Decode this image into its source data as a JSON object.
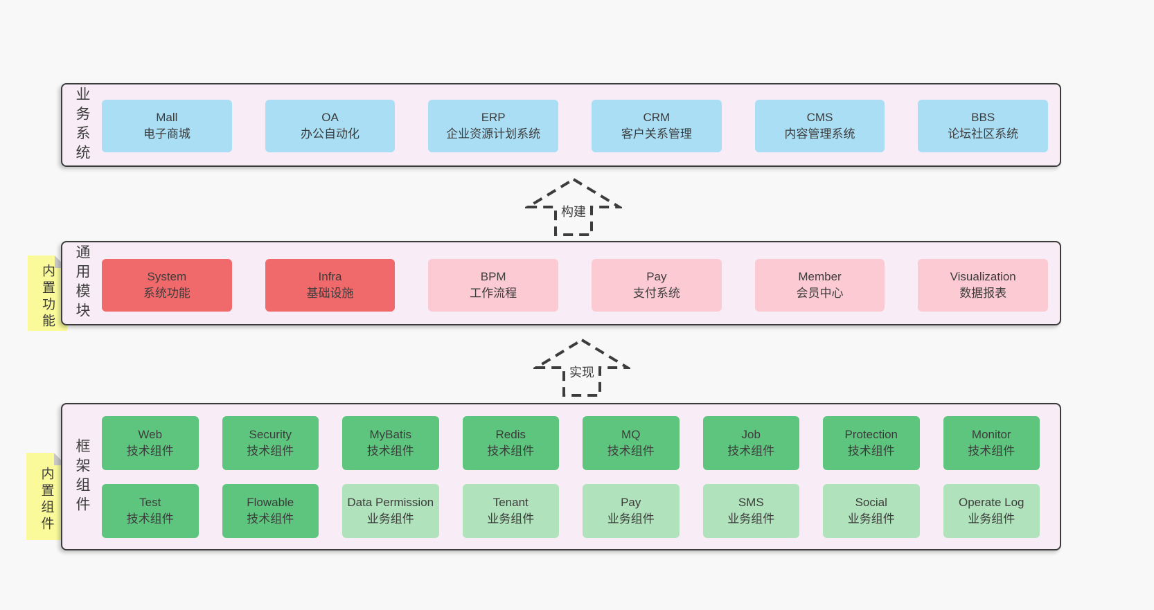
{
  "layers": {
    "business": {
      "label": "业务系统",
      "boxes": [
        {
          "en": "Mall",
          "zh": "电子商城",
          "variant": "blue"
        },
        {
          "en": "OA",
          "zh": "办公自动化",
          "variant": "blue"
        },
        {
          "en": "ERP",
          "zh": "企业资源计划系统",
          "variant": "blue"
        },
        {
          "en": "CRM",
          "zh": "客户关系管理",
          "variant": "blue"
        },
        {
          "en": "CMS",
          "zh": "内容管理系统",
          "variant": "blue"
        },
        {
          "en": "BBS",
          "zh": "论坛社区系统",
          "variant": "blue"
        }
      ]
    },
    "modules": {
      "label": "通用模块",
      "sticky": "内置功能",
      "boxes": [
        {
          "en": "System",
          "zh": "系统功能",
          "variant": "red"
        },
        {
          "en": "Infra",
          "zh": "基础设施",
          "variant": "red"
        },
        {
          "en": "BPM",
          "zh": "工作流程",
          "variant": "pink"
        },
        {
          "en": "Pay",
          "zh": "支付系统",
          "variant": "pink"
        },
        {
          "en": "Member",
          "zh": "会员中心",
          "variant": "pink"
        },
        {
          "en": "Visualization",
          "zh": "数据报表",
          "variant": "pink"
        }
      ]
    },
    "framework": {
      "label": "框架组件",
      "sticky": "内置组件",
      "row1": [
        {
          "en": "Web",
          "zh": "技术组件",
          "variant": "green"
        },
        {
          "en": "Security",
          "zh": "技术组件",
          "variant": "green"
        },
        {
          "en": "MyBatis",
          "zh": "技术组件",
          "variant": "green"
        },
        {
          "en": "Redis",
          "zh": "技术组件",
          "variant": "green"
        },
        {
          "en": "MQ",
          "zh": "技术组件",
          "variant": "green"
        },
        {
          "en": "Job",
          "zh": "技术组件",
          "variant": "green"
        },
        {
          "en": "Protection",
          "zh": "技术组件",
          "variant": "green"
        },
        {
          "en": "Monitor",
          "zh": "技术组件",
          "variant": "green"
        }
      ],
      "row2": [
        {
          "en": "Test",
          "zh": "技术组件",
          "variant": "green"
        },
        {
          "en": "Flowable",
          "zh": "技术组件",
          "variant": "green"
        },
        {
          "en": "Data Permission",
          "zh": "业务组件",
          "variant": "lightgreen"
        },
        {
          "en": "Tenant",
          "zh": "业务组件",
          "variant": "lightgreen"
        },
        {
          "en": "Pay",
          "zh": "业务组件",
          "variant": "lightgreen"
        },
        {
          "en": "SMS",
          "zh": "业务组件",
          "variant": "lightgreen"
        },
        {
          "en": "Social",
          "zh": "业务组件",
          "variant": "lightgreen"
        },
        {
          "en": "Operate Log",
          "zh": "业务组件",
          "variant": "lightgreen"
        }
      ]
    }
  },
  "arrows": {
    "build": "构建",
    "implement": "实现"
  },
  "colors": {
    "background": "#f8f8f8",
    "panel_bg": "#f8edf6",
    "panel_border": "#3b3b3b",
    "blue": "#a9def5",
    "red": "#f0696b",
    "pink": "#fccad3",
    "green": "#5ec57e",
    "light_green": "#b0e2bb",
    "sticky_yellow": "#fafa9b",
    "sticky_fold": "#c9c9c9",
    "text": "#3c3c3c"
  }
}
